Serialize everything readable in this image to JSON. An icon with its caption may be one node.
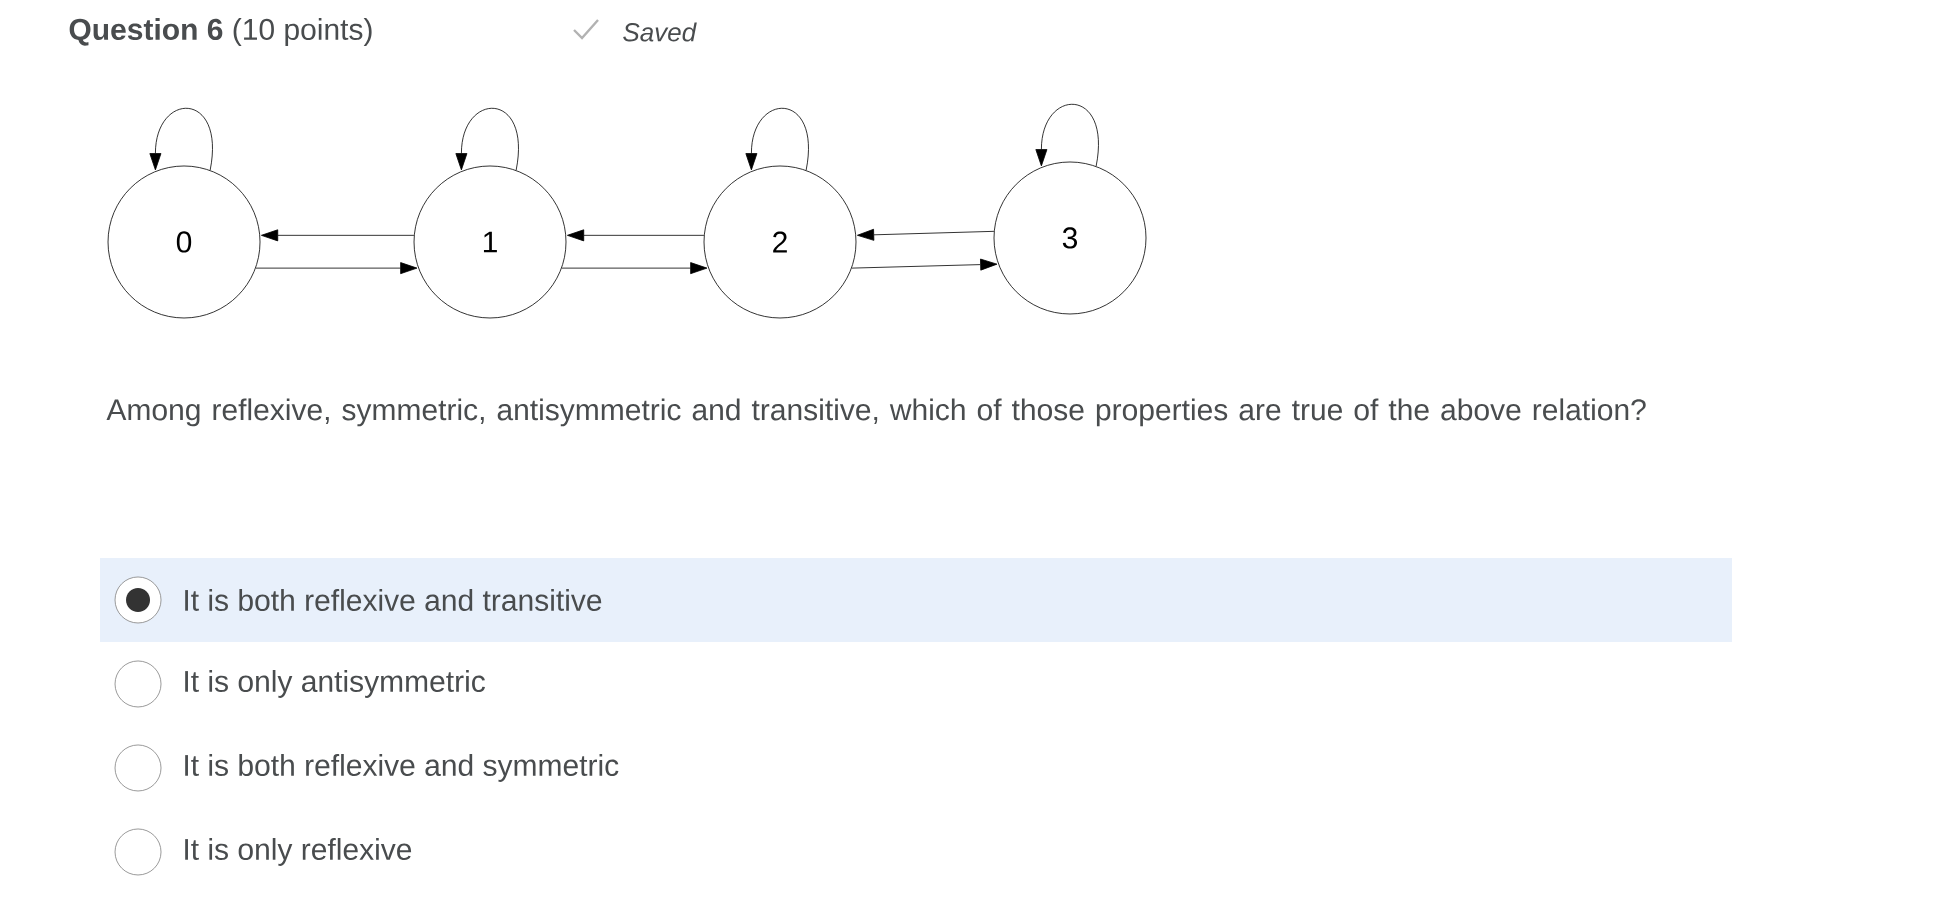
{
  "diagram": {
    "title": "**Question 6** (10 points)",
    "nodes": [
      {
        "text": [
          "0"
        ]
      },
      {
        "text": [
          "1"
        ]
      },
      {
        "text": [
          "2"
        ]
      },
      {
        "text": [
          "3"
        ]
      }
    ],
    "edges": [
      {
        "from": 0,
        "to": 0,
        "arrow": "to"
      },
      {
        "from": 1,
        "to": 1,
        "arrow": "to"
      },
      {
        "from": 2,
        "to": 2,
        "arrow": "to"
      },
      {
        "from": 3,
        "to": 3,
        "arrow": "to"
      },
      {
        "from": 1,
        "to": 0,
        "arrow": "to"
      },
      {
        "from": 0,
        "to": 1,
        "arrow": "to"
      },
      {
        "from": 2,
        "to": 1,
        "arrow": "to"
      },
      {
        "from": 1,
        "to": 2,
        "arrow": "to"
      },
      {
        "from": 3,
        "to": 2,
        "arrow": "to"
      },
      {
        "from": 2,
        "to": 3,
        "arrow": "to"
      }
    ],
    "labels": [
      "Saved",
      "Among reflexive, symmetric, antisymmetric and transitive, which of those properties are true of the above relation?",
      "It is both reflexive and transitive",
      "It is only antisymmetric",
      "It is both reflexive and symmetric",
      "It is only reflexive"
    ]
  }
}
